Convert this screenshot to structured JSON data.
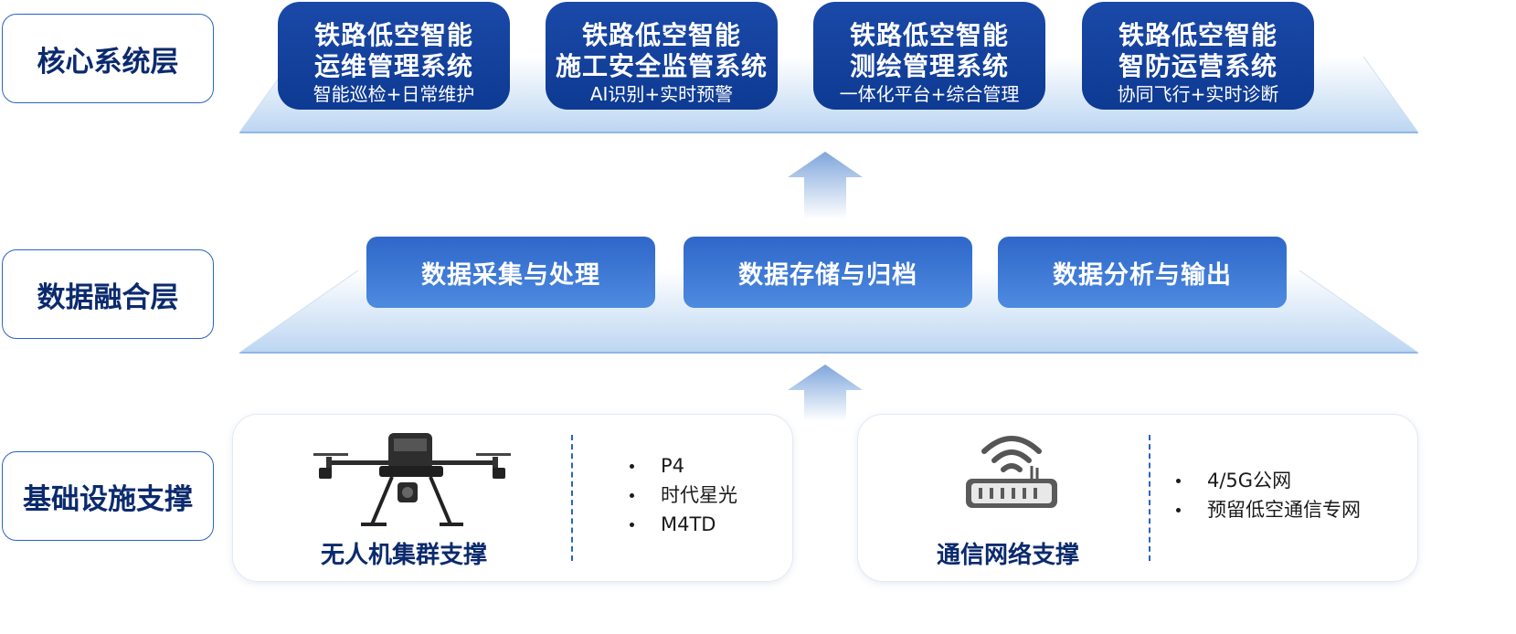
{
  "layers": {
    "core": "核心系统层",
    "fusion": "数据融合层",
    "infra": "基础设施支撑"
  },
  "core_systems": [
    {
      "line1": "铁路低空智能",
      "line2": "运维管理系统",
      "sub": "智能巡检+日常维护"
    },
    {
      "line1": "铁路低空智能",
      "line2": "施工安全监管系统",
      "sub": "AI识别+实时预警"
    },
    {
      "line1": "铁路低空智能",
      "line2": "测绘管理系统",
      "sub": "一体化平台+综合管理"
    },
    {
      "line1": "铁路低空智能",
      "line2": "智防运营系统",
      "sub": "协同飞行+实时诊断"
    }
  ],
  "data_modules": [
    "数据采集与处理",
    "数据存储与归档",
    "数据分析与输出"
  ],
  "drone_card": {
    "title": "无人机集群支撑",
    "items": [
      "P4",
      "时代星光",
      "M4TD"
    ]
  },
  "network_card": {
    "title": "通信网络支撑",
    "items": [
      "4/5G公网",
      "预留低空通信专网"
    ]
  },
  "icons": {
    "drone": "drone-icon",
    "router": "router-wifi-icon",
    "arrow": "up-arrow-icon"
  },
  "colors": {
    "core_box": "#0d3a92",
    "data_box": "#3a74d4",
    "label_text": "#0b2a6e",
    "label_border": "#2a63c4"
  }
}
